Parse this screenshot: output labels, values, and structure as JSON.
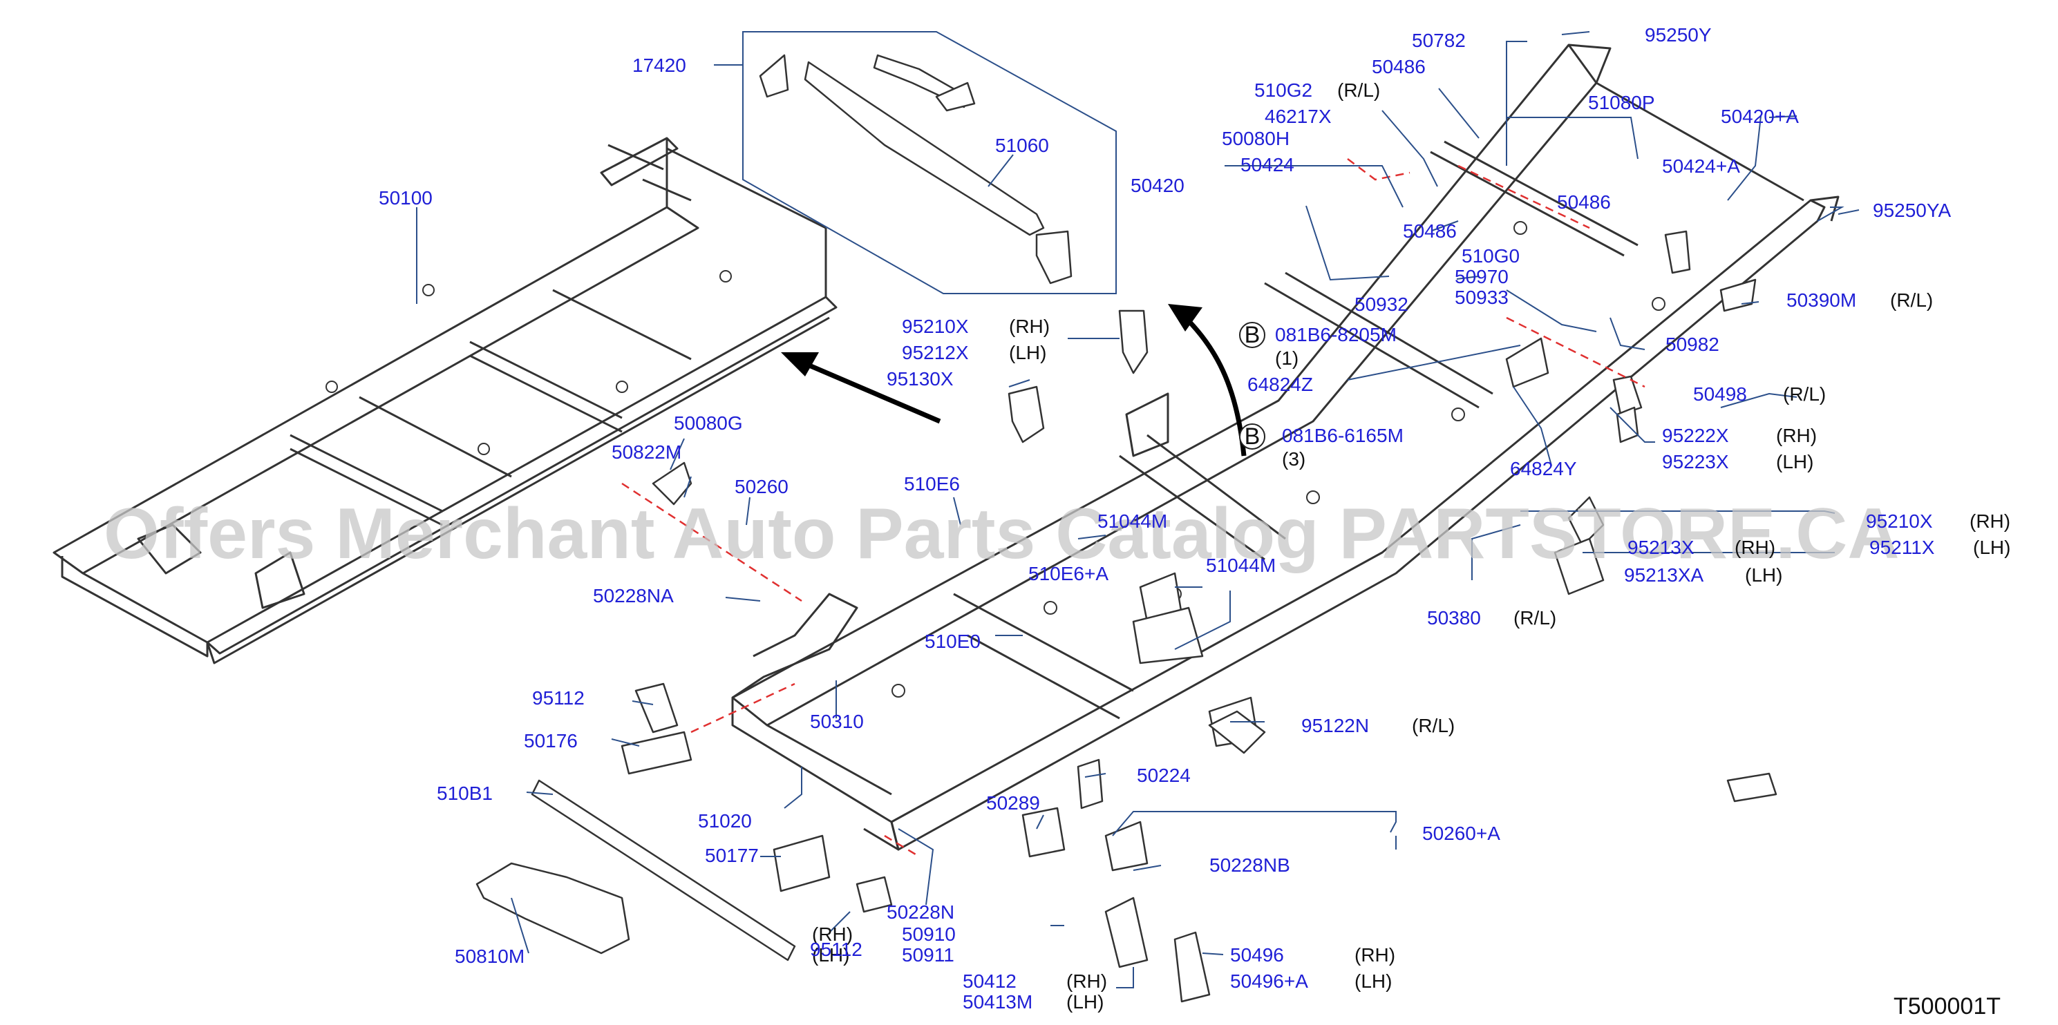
{
  "watermark": "Offers Merchant Auto Parts Catalog PARTSTORE.CA",
  "diagram_code": "T500001T",
  "circle_marker": "B",
  "labels": [
    {
      "id": "l17420",
      "pn": "17420"
    },
    {
      "id": "l51060",
      "pn": "51060"
    },
    {
      "id": "l50100",
      "pn": "50100"
    },
    {
      "id": "l50420",
      "pn": "50420"
    },
    {
      "id": "l95210x",
      "pn": "95210X",
      "side": "(RH)"
    },
    {
      "id": "l95212x",
      "pn": "95212X",
      "side": "(LH)"
    },
    {
      "id": "l95130x",
      "pn": "95130X"
    },
    {
      "id": "l50782",
      "pn": "50782"
    },
    {
      "id": "l95250y",
      "pn": "95250Y"
    },
    {
      "id": "l50486a",
      "pn": "50486"
    },
    {
      "id": "l510g2",
      "pn": "510G2",
      "side": "(R/L)"
    },
    {
      "id": "l51080p",
      "pn": "51080P"
    },
    {
      "id": "l46217x",
      "pn": "46217X"
    },
    {
      "id": "l50420a",
      "pn": "50420+A"
    },
    {
      "id": "l50080h",
      "pn": "50080H"
    },
    {
      "id": "l50424",
      "pn": "50424"
    },
    {
      "id": "l50424a",
      "pn": "50424+A"
    },
    {
      "id": "l50486b",
      "pn": "50486"
    },
    {
      "id": "l95250ya",
      "pn": "95250YA"
    },
    {
      "id": "l50486c",
      "pn": "50486"
    },
    {
      "id": "l510g0",
      "pn": "510G0"
    },
    {
      "id": "l50970",
      "pn": "50970"
    },
    {
      "id": "l50933",
      "pn": "50933"
    },
    {
      "id": "l50932",
      "pn": "50932"
    },
    {
      "id": "l50390m",
      "pn": "50390M",
      "side": "(R/L)"
    },
    {
      "id": "l081b6a",
      "pn": "081B6-8205M",
      "qty": "(1)"
    },
    {
      "id": "l50982",
      "pn": "50982"
    },
    {
      "id": "l64824z",
      "pn": "64824Z"
    },
    {
      "id": "l50498",
      "pn": "50498",
      "side": "(R/L)"
    },
    {
      "id": "l081b6b",
      "pn": "081B6-6165M",
      "qty": "(3)"
    },
    {
      "id": "l95222x",
      "pn": "95222X",
      "side": "(RH)"
    },
    {
      "id": "l95223x",
      "pn": "95223X",
      "side": "(LH)"
    },
    {
      "id": "l64824y",
      "pn": "64824Y"
    },
    {
      "id": "l50080g",
      "pn": "50080G"
    },
    {
      "id": "l50822m",
      "pn": "50822M"
    },
    {
      "id": "l50260",
      "pn": "50260"
    },
    {
      "id": "l510e6",
      "pn": "510E6"
    },
    {
      "id": "l51044ma",
      "pn": "51044M"
    },
    {
      "id": "l95210xb",
      "pn": "95210X",
      "side": "(RH)"
    },
    {
      "id": "l95213x",
      "pn": "95213X",
      "side": "(RH)"
    },
    {
      "id": "l95211x",
      "pn": "95211X",
      "side": "(LH)"
    },
    {
      "id": "l95213xa",
      "pn": "95213XA",
      "side": "(LH)"
    },
    {
      "id": "l510e6a",
      "pn": "510E6+A"
    },
    {
      "id": "l51044mb",
      "pn": "51044M"
    },
    {
      "id": "l50228na",
      "pn": "50228NA"
    },
    {
      "id": "l50380",
      "pn": "50380",
      "side": "(R/L)"
    },
    {
      "id": "l510e0",
      "pn": "510E0"
    },
    {
      "id": "l95112a",
      "pn": "95112"
    },
    {
      "id": "l50310",
      "pn": "50310"
    },
    {
      "id": "l95122n",
      "pn": "95122N",
      "side": "(R/L)"
    },
    {
      "id": "l50176",
      "pn": "50176"
    },
    {
      "id": "l50224",
      "pn": "50224"
    },
    {
      "id": "l510b1",
      "pn": "510B1"
    },
    {
      "id": "l51020",
      "pn": "51020"
    },
    {
      "id": "l50289",
      "pn": "50289"
    },
    {
      "id": "l50260a",
      "pn": "50260+A"
    },
    {
      "id": "l50177",
      "pn": "50177"
    },
    {
      "id": "l50228nb",
      "pn": "50228NB"
    },
    {
      "id": "l50228n",
      "pn": "50228N"
    },
    {
      "id": "l50910",
      "pn": "50910",
      "side": "(RH)"
    },
    {
      "id": "l50911",
      "pn": "50911",
      "side": "(LH)"
    },
    {
      "id": "l95112b",
      "pn": "95112"
    },
    {
      "id": "l50810m",
      "pn": "50810M"
    },
    {
      "id": "l50412",
      "pn": "50412",
      "side": "(RH)"
    },
    {
      "id": "l50413m",
      "pn": "50413M",
      "side": "(LH)"
    },
    {
      "id": "l50496",
      "pn": "50496",
      "side": "(RH)"
    },
    {
      "id": "l50496a",
      "pn": "50496+A",
      "side": "(LH)"
    }
  ]
}
